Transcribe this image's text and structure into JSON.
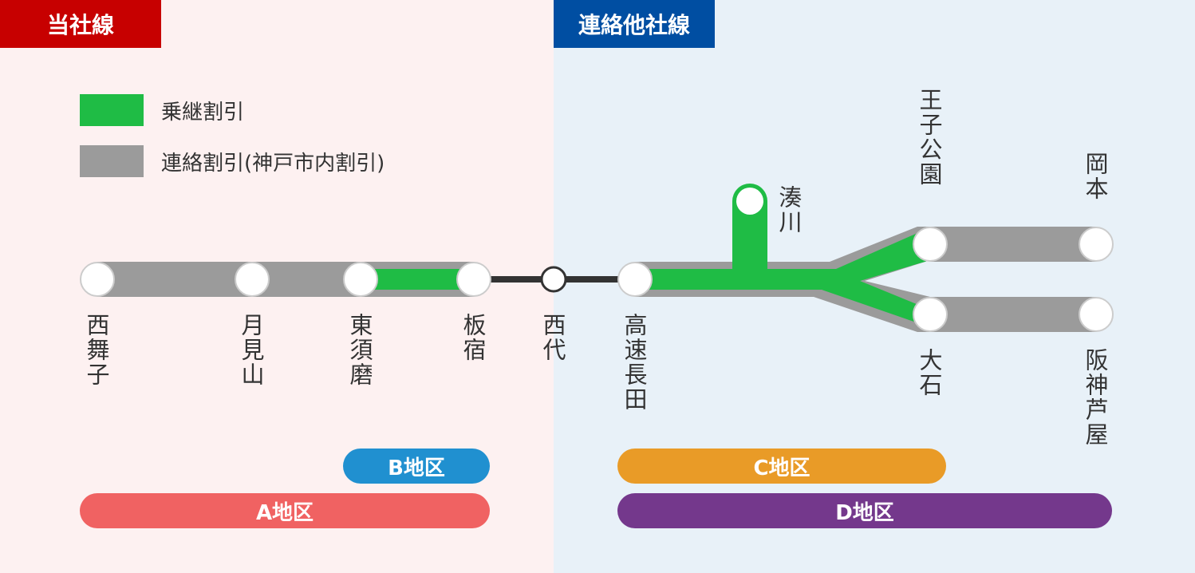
{
  "headers": {
    "own_lines": "当社線",
    "other_lines": "連絡他社線"
  },
  "legend": [
    {
      "label": "乗継割引",
      "color": "#1fbc45"
    },
    {
      "label": "連絡割引(神戸市内割引)",
      "color": "#9b9b9b"
    }
  ],
  "stations": {
    "nishimaiko": "西舞子",
    "tsukimiyama": "月見山",
    "higashisuma": "東須磨",
    "itayado": "板宿",
    "nishidai": "西代",
    "kosokunagata": "高速長田",
    "minatogawa": "湊川",
    "ojikoen": "王子公園",
    "okamoto": "岡本",
    "oishi": "大石",
    "hanshinashiya": "阪神芦屋"
  },
  "zones": [
    {
      "label": "A地区",
      "color": "#f06262"
    },
    {
      "label": "B地区",
      "color": "#2090d0"
    },
    {
      "label": "C地区",
      "color": "#e99b27"
    },
    {
      "label": "D地区",
      "color": "#74388c"
    }
  ],
  "colors": {
    "own_header": "#c70000",
    "other_header": "#004ea2",
    "transfer_discount": "#1fbc45",
    "connection_discount": "#9b9b9b",
    "own_panel_bg": "#fdf1f1",
    "other_panel_bg": "#e8f1f8"
  }
}
